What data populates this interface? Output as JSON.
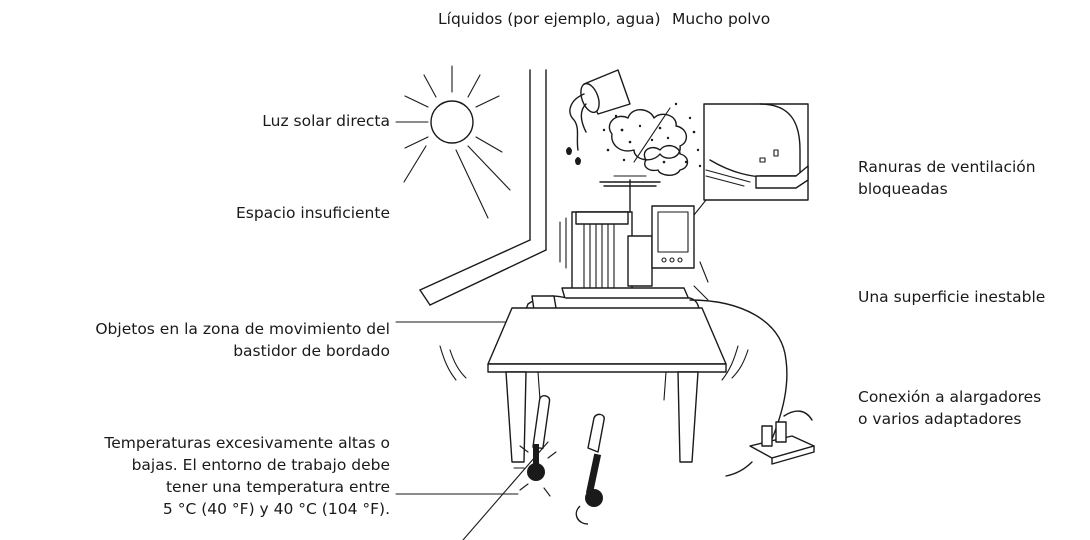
{
  "heading": "",
  "labels": {
    "liquids": "Líquidos (por ejemplo, agua)",
    "dust": "Mucho polvo",
    "sunlight": "Luz solar directa",
    "space": "Espacio insuficiente",
    "vents": [
      "Ranuras de ventilación",
      "bloqueadas"
    ],
    "surface": "Una superficie inestable",
    "objects": [
      "Objetos en la zona de movimiento del",
      "bastidor de bordado"
    ],
    "extension": [
      "Conexión a alargadores",
      "o varios adaptadores"
    ],
    "temperature": [
      "Temperaturas excesivamente altas o",
      "bajas. El entorno de trabajo debe",
      "tener una temperatura entre",
      "5 °C (40 °F) y 40 °C (104 °F)."
    ]
  },
  "colors": {
    "ink": "#1a1a1a",
    "background": "#ffffff"
  }
}
